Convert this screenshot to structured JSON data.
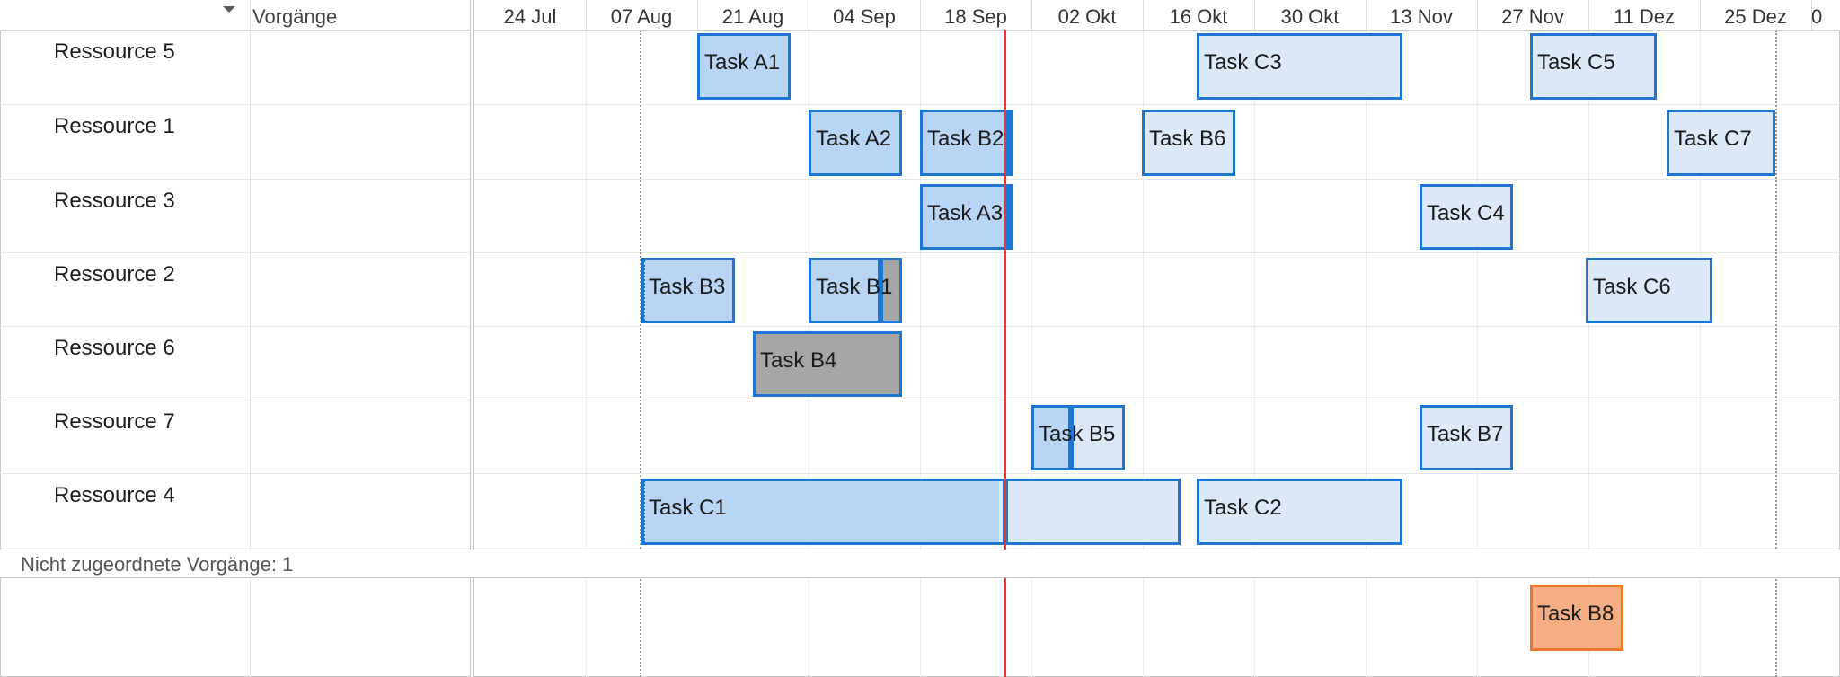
{
  "header": {
    "column_label": "Vorgänge",
    "timescale": [
      "24 Jul",
      "07 Aug",
      "21 Aug",
      "04 Sep",
      "18 Sep",
      "02 Okt",
      "16 Okt",
      "30 Okt",
      "13 Nov",
      "27 Nov",
      "11 Dez",
      "25 Dez",
      "0"
    ]
  },
  "resources": [
    {
      "name": "Ressource 5"
    },
    {
      "name": "Ressource 1"
    },
    {
      "name": "Ressource 3"
    },
    {
      "name": "Ressource 2"
    },
    {
      "name": "Ressource 6"
    },
    {
      "name": "Ressource 7"
    },
    {
      "name": "Ressource 4"
    }
  ],
  "unassigned": {
    "label": "Nicht zugeordnete Vorgänge: 1"
  },
  "tasks": {
    "A1": {
      "label": "Task A1"
    },
    "C3": {
      "label": "Task C3"
    },
    "C5": {
      "label": "Task C5"
    },
    "A2": {
      "label": "Task A2"
    },
    "B2": {
      "label": "Task B2"
    },
    "B6": {
      "label": "Task B6"
    },
    "C7": {
      "label": "Task C7"
    },
    "A3": {
      "label": "Task A3"
    },
    "C4": {
      "label": "Task C4"
    },
    "B3": {
      "label": "Task B3"
    },
    "B1": {
      "label": "Task B1"
    },
    "C6": {
      "label": "Task C6"
    },
    "B4": {
      "label": "Task B4"
    },
    "B5": {
      "label": "Task B5"
    },
    "B7": {
      "label": "Task B7"
    },
    "C1": {
      "label": "Task C1"
    },
    "C2": {
      "label": "Task C2"
    },
    "B8": {
      "label": "Task B8"
    }
  },
  "colors": {
    "task_border": "#1c76d2",
    "task_fill": "#dbe9f9",
    "task_done_fill": "#b8d5f5",
    "task_grey": "#a6a6a6",
    "unassigned_task_fill": "#f5ae84",
    "unassigned_task_border": "#e57b33",
    "today_line": "#e53935"
  }
}
